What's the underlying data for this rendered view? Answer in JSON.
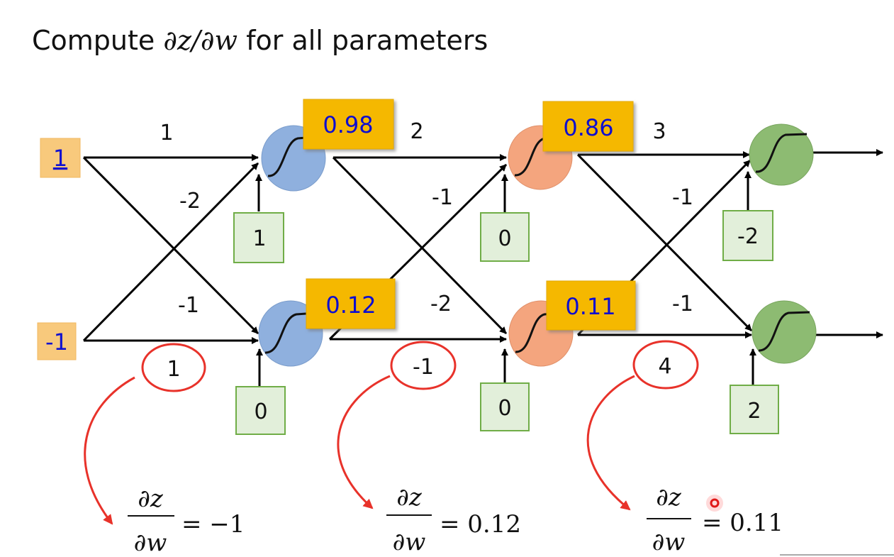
{
  "title": {
    "prefix": "Compute ",
    "math": "∂z/∂w",
    "suffix": " for all parameters"
  },
  "colors": {
    "input_box": "#f8c97c",
    "output_box": "#f5b800",
    "bias_box": "#e2efda",
    "bias_border": "#70ad47",
    "layer1": "#8fb0de",
    "layer2": "#f4a57e",
    "layer3": "#8dbb72",
    "highlight": "#e8322a",
    "value_text": "#1010d0"
  },
  "inputs": [
    "1",
    "-1"
  ],
  "layers": [
    {
      "weights": {
        "top_straight": "1",
        "cross_up": "-2",
        "cross_down": "-1",
        "bottom_straight": "1"
      },
      "outputs": [
        "0.98",
        "0.12"
      ],
      "biases": [
        "1",
        "0"
      ]
    },
    {
      "weights": {
        "top_straight": "2",
        "cross_up": "-1",
        "cross_down": "-2",
        "bottom_straight": "-1"
      },
      "outputs": [
        "0.86",
        "0.11"
      ],
      "biases": [
        "0",
        "0"
      ]
    },
    {
      "weights": {
        "top_straight": "3",
        "cross_up": "-1",
        "cross_down": "-1",
        "bottom_straight": "4"
      },
      "biases": [
        "-2",
        "2"
      ]
    }
  ],
  "formulas": [
    {
      "num": "∂z",
      "den": "∂w",
      "rhs": "= −1"
    },
    {
      "num": "∂z",
      "den": "∂w",
      "rhs": "= 0.12"
    },
    {
      "num": "∂z",
      "den": "∂w",
      "rhs": "= 0.11"
    }
  ]
}
